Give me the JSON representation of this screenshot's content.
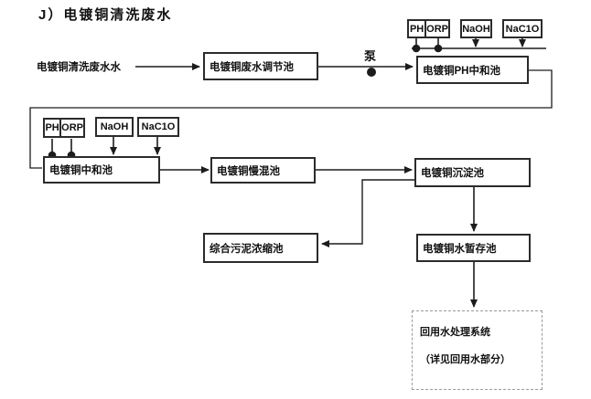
{
  "title": "J）电镀铜清洗废水",
  "source_label": "电镀铜清洗废水水",
  "pump_label": "泵",
  "chemicals": {
    "ph": "PH",
    "orp": "ORP",
    "naoh": "NaOH",
    "naclo": "NaC1O"
  },
  "nodes": {
    "adjust_pool": "电镀铜废水调节池",
    "ph_neutral_pool": "电镀铜PH中和池",
    "neutral_pool": "电镀铜中和池",
    "slow_mix_pool": "电镀铜慢混池",
    "sediment_pool": "电镀铜沉淀池",
    "sludge_thicken_pool": "综合污泥浓缩池",
    "water_storage_pool": "电镀铜水暂存池",
    "reuse_system_line1": "回用水处理系统",
    "reuse_system_line2": "（详见回用水部分）"
  },
  "colors": {
    "background": "#ffffff",
    "line": "#1c1c1c",
    "box_border": "#2b2b2b",
    "dashed_border": "#9a9a9a",
    "text": "#111111"
  }
}
